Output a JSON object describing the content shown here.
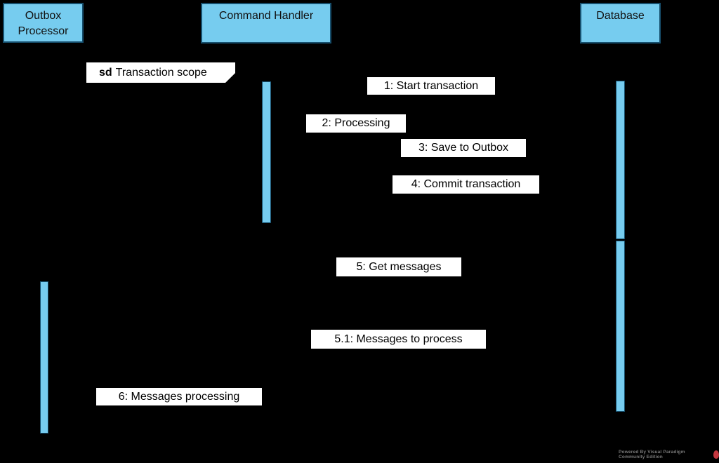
{
  "diagram": {
    "type": "uml-sequence-diagram",
    "colors": {
      "background": "#000000",
      "shape-fill": "#76CCEF",
      "shape-border": "#17506E",
      "label-bg": "#FFFFFF",
      "label-text": "#000000",
      "watermark-text": "#7A7A7A",
      "watermark-logo": "#C4373F"
    },
    "participants": [
      {
        "label": "Outbox Processor"
      },
      {
        "label": "Command Handler"
      },
      {
        "label": "Database"
      }
    ],
    "frame_label": {
      "keyword": "sd",
      "title": "Transaction scope"
    },
    "messages": [
      {
        "label": "1: Start transaction"
      },
      {
        "label": "2: Processing"
      },
      {
        "label": "3: Save to Outbox"
      },
      {
        "label": "4: Commit transaction"
      },
      {
        "label": "5: Get messages"
      },
      {
        "label": "5.1: Messages to process"
      },
      {
        "label": "6: Messages processing"
      }
    ],
    "watermark": {
      "text": "Powered By Visual Paradigm Community Edition"
    }
  }
}
